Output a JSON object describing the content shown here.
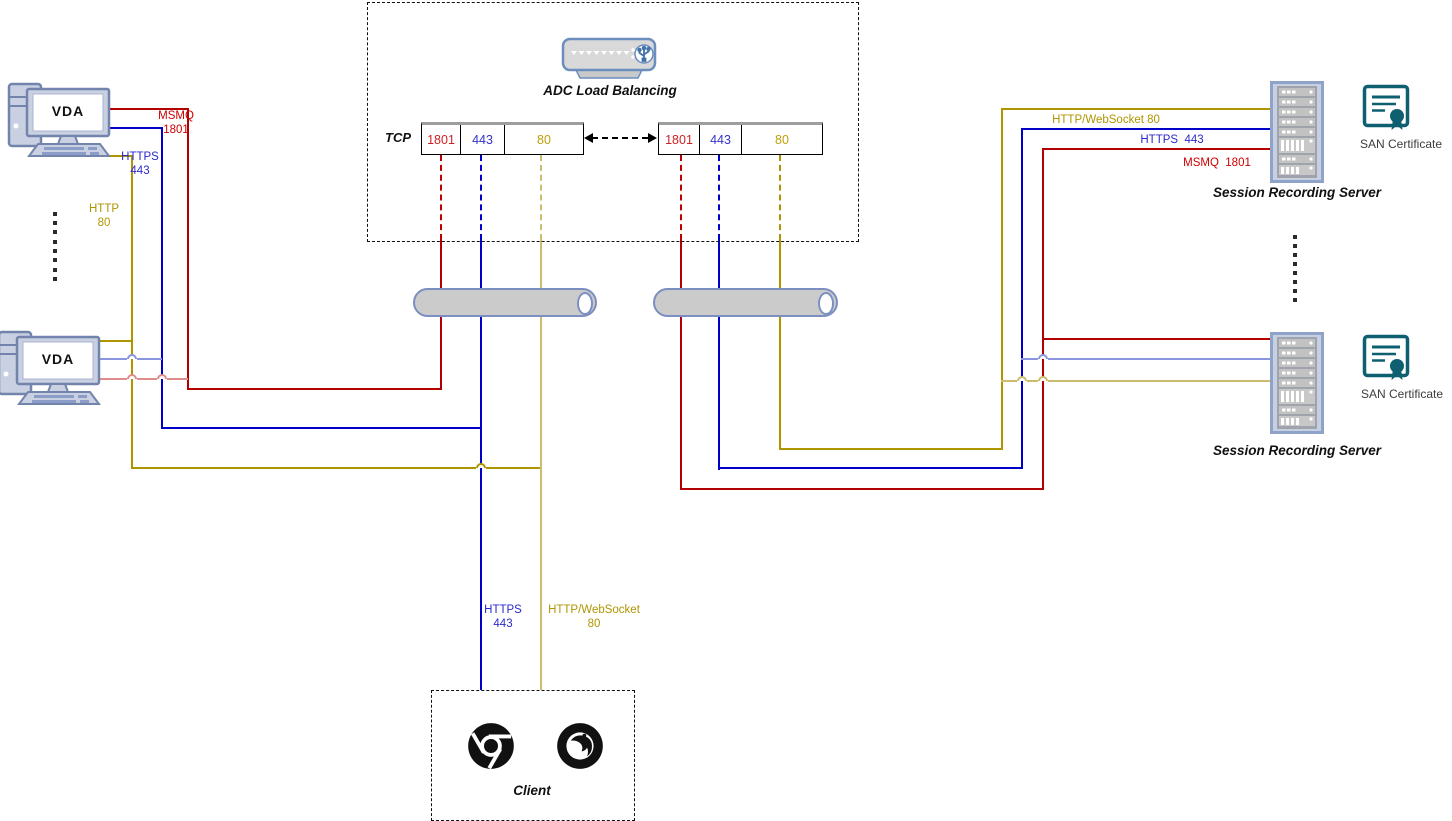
{
  "colors": {
    "msmq_red": "#b20000",
    "msmq_red_light": "#de8c8c",
    "https_blue": "#0000c8",
    "https_blue_light": "#8a96e0",
    "http_olive": "#af9500",
    "http_tan": "#cdbc6e"
  },
  "vda": {
    "label": "VDA"
  },
  "left_labels": {
    "msmq_line1": "MSMQ",
    "msmq_line2": "1801",
    "https_line1": "HTTPS",
    "https_line2": "443",
    "http_line1": "HTTP",
    "http_line2": "80"
  },
  "adc": {
    "title": "ADC Load Balancing",
    "tcp_label": "TCP",
    "ports": [
      "1801",
      "443",
      "80"
    ]
  },
  "server": {
    "title": "Session Recording Server",
    "ws_label": "HTTP/WebSocket 80",
    "https_label": "HTTPS  443",
    "msmq_label": "MSMQ  1801"
  },
  "certificate": {
    "label": "SAN Certificate"
  },
  "client": {
    "title": "Client",
    "https_line1": "HTTPS",
    "https_line2": "443",
    "ws_line1": "HTTP/WebSocket",
    "ws_line2": "80"
  },
  "icons": {
    "vda": "desktop-computer",
    "adc": "load-balancer-appliance",
    "server": "server-rack",
    "certificate": "san-certificate",
    "chrome": "chrome-browser",
    "firefox": "firefox-browser",
    "pipe": "network-tunnel-pipe"
  }
}
